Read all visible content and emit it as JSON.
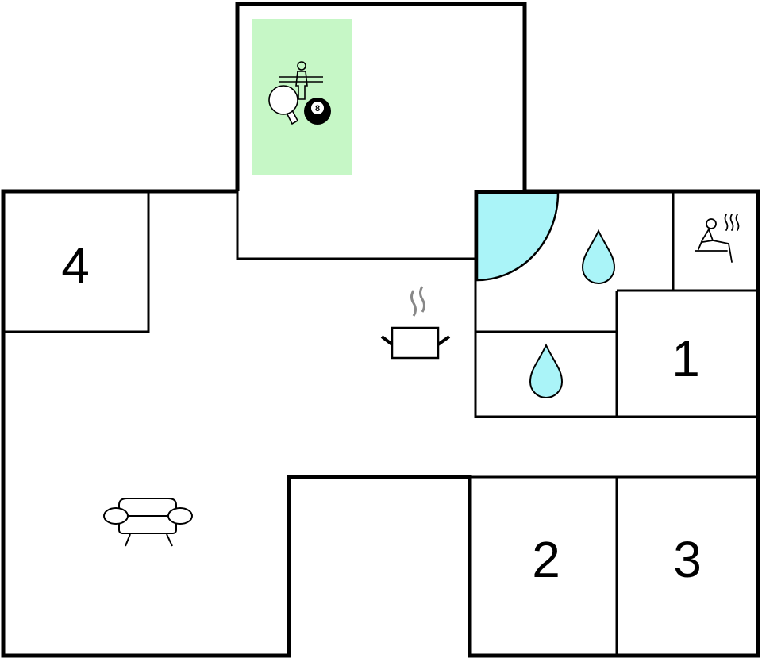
{
  "floorplan": {
    "rooms": {
      "bedroom_1": {
        "number": "1",
        "icon": "bedroom"
      },
      "bedroom_2": {
        "number": "2",
        "icon": "bedroom"
      },
      "bedroom_3": {
        "number": "3",
        "icon": "bedroom"
      },
      "bedroom_4": {
        "number": "4",
        "icon": "bedroom"
      }
    },
    "icons": [
      "table-tennis-icon",
      "table-football-icon",
      "billiard-ball-icon",
      "sauna-icon",
      "bathroom-drop-icon",
      "toilet-drop-icon",
      "kitchen-pot-icon",
      "sofa-icon"
    ],
    "billiard_ball_number": "8",
    "colors": {
      "walls": "#000000",
      "background": "#ffffff",
      "activity_area": "#c6f7c6",
      "water": "#aaf4f8"
    }
  }
}
